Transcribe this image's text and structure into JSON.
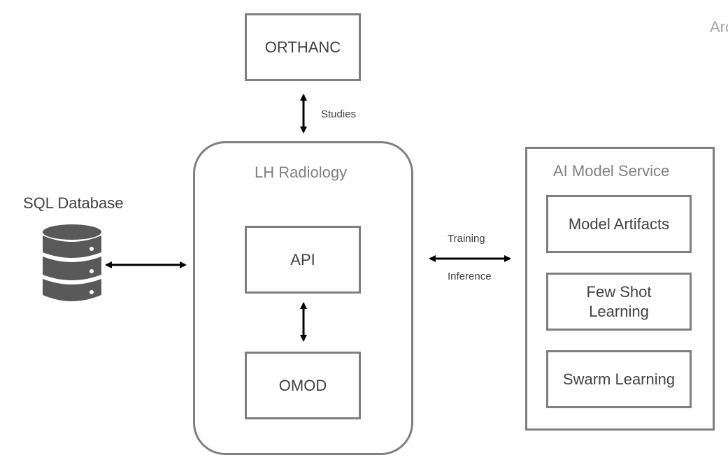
{
  "corner_text": "Arc",
  "orthanc": {
    "label": "ORTHANC"
  },
  "studies_label": "Studies",
  "lh_radiology": {
    "title": "LH Radiology",
    "api_label": "API",
    "omod_label": "OMOD"
  },
  "sql_database": {
    "title": "SQL Database"
  },
  "connection_labels": {
    "training": "Training",
    "inference": "Inference"
  },
  "ai_model_service": {
    "title": "AI Model Service",
    "modules": [
      {
        "label": "Model Artifacts"
      },
      {
        "label": "Few Shot Learning"
      },
      {
        "label": "Swarm Learning"
      }
    ]
  },
  "colors": {
    "border": "#7f7f7f",
    "text_dark": "#404040",
    "text_gray": "#808080",
    "database_fill": "#595959",
    "arrow": "#000000"
  }
}
